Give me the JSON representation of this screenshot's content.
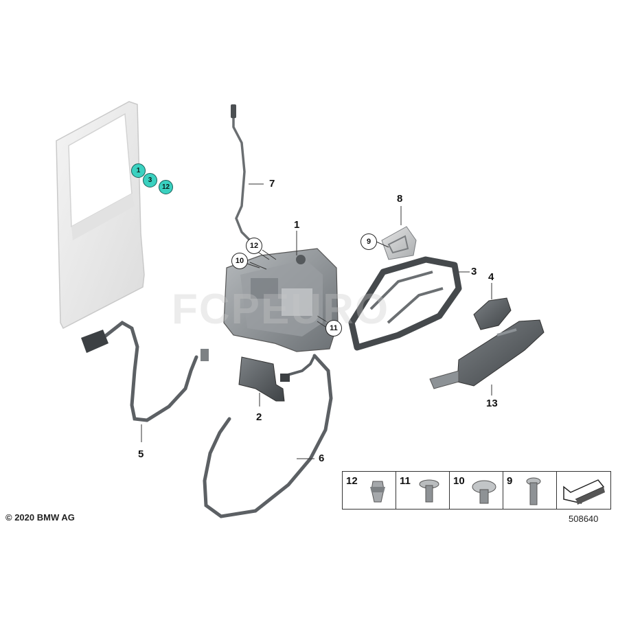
{
  "copyright": "© 2020 BMW AG",
  "diagram_number": "508640",
  "watermark": "FCPEURO",
  "part_labels": {
    "p1": "1",
    "p2": "2",
    "p3": "3",
    "p4": "4",
    "p5": "5",
    "p6": "6",
    "p7": "7",
    "p8": "8",
    "p13": "13"
  },
  "circled_labels": {
    "c12": "12",
    "c10": "10",
    "c11": "11",
    "c9": "9"
  },
  "door_markers": {
    "m1": "1",
    "m3": "3",
    "m12": "12"
  },
  "legend": [
    "12",
    "11",
    "10",
    "9"
  ],
  "colors": {
    "marker_fill": "#3ad1c0",
    "part_dark": "#5a5f63",
    "part_mid": "#8d9296",
    "door_light": "#ececec"
  }
}
